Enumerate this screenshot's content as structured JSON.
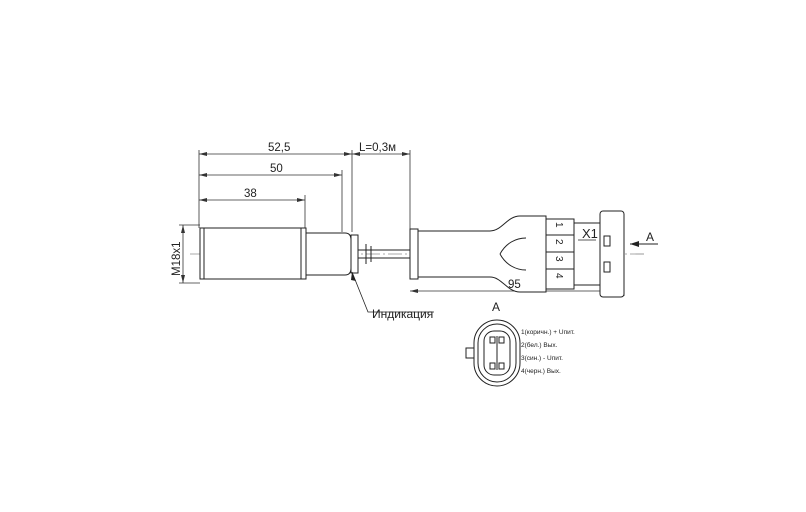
{
  "dimensions": {
    "d_52_5": "52,5",
    "d_50": "50",
    "d_38": "38",
    "d_L": "L=0,3м",
    "d_95": "95",
    "d_thread": "M18x1"
  },
  "labels": {
    "connector_id": "X1",
    "view_arrow": "A",
    "view_title": "A",
    "indication": "Индикация",
    "pin_numbers": [
      "1",
      "2",
      "3",
      "4"
    ]
  },
  "pinout": [
    "1(коричн.) + Uпит.",
    "2(бел.) Вых.",
    "3(син.) - Uпит.",
    "4(черн.) Вых."
  ]
}
